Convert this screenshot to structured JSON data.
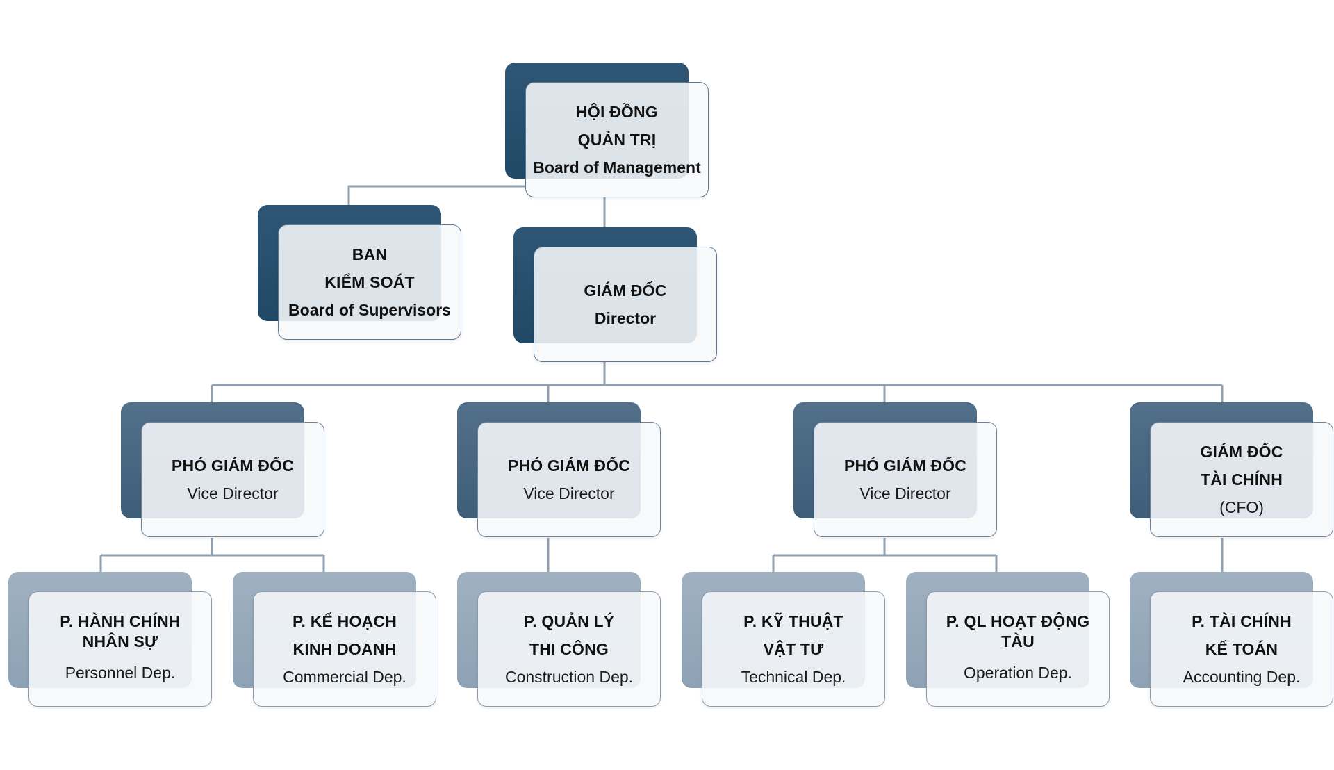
{
  "nodes": {
    "board": {
      "vn1": "HỘI ĐỒNG",
      "vn2": "QUẢN TRỊ",
      "en": "Board of Management"
    },
    "supervisors": {
      "vn1": "BAN",
      "vn2": "KIỂM SOÁT",
      "en": "Board of Supervisors"
    },
    "director": {
      "vn1": "GIÁM ĐỐC",
      "en": "Director"
    },
    "vice1": {
      "vn1": "PHÓ GIÁM ĐỐC",
      "en": "Vice Director"
    },
    "vice2": {
      "vn1": "PHÓ GIÁM ĐỐC",
      "en": "Vice Director"
    },
    "vice3": {
      "vn1": "PHÓ GIÁM ĐỐC",
      "en": "Vice Director"
    },
    "cfo": {
      "vn1": "GIÁM ĐỐC",
      "vn2": "TÀI CHÍNH",
      "en": "(CFO)"
    },
    "personnel": {
      "vn1": "P. HÀNH CHÍNH",
      "vn2": "NHÂN SỰ",
      "en": "Personnel Dep."
    },
    "commercial": {
      "vn1": "P. KẾ HOẠCH",
      "vn2": "KINH DOANH",
      "en": "Commercial Dep."
    },
    "construction": {
      "vn1": "P. QUẢN LÝ",
      "vn2": "THI CÔNG",
      "en": "Construction Dep."
    },
    "technical": {
      "vn1": "P. KỸ THUẬT",
      "vn2": "VẬT TƯ",
      "en": "Technical Dep."
    },
    "operation": {
      "vn1": "P. QL HOẠT ĐỘNG",
      "vn2": "TÀU",
      "en": "Operation Dep."
    },
    "accounting": {
      "vn1": "P. TÀI CHÍNH",
      "vn2": "KẾ TOÁN",
      "en": "Accounting Dep."
    }
  },
  "colors": {
    "connector": "#8fa0b1",
    "dark_shadow": "#1f4966",
    "mid_shadow": "#3e5d78",
    "light_shadow": "#8ea2b5",
    "card_border": "#5d7894"
  }
}
